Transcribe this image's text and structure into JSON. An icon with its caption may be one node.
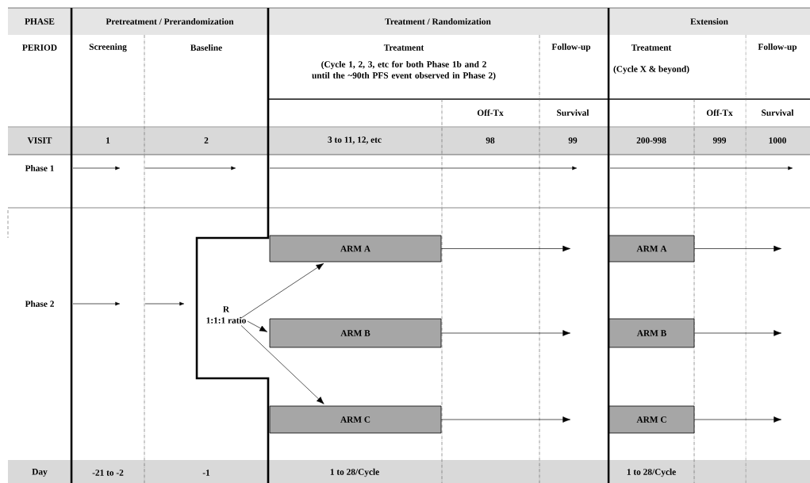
{
  "diagram": {
    "nodes": [
      {
        "text": [
          "R",
          "1:1:1 ratio"
        ]
      },
      {
        "text": [
          "ARM A"
        ]
      },
      {
        "text": [
          "ARM B"
        ]
      },
      {
        "text": [
          "ARM C"
        ]
      },
      {
        "text": [
          "ARM A"
        ]
      },
      {
        "text": [
          "ARM B"
        ]
      },
      {
        "text": [
          "ARM C"
        ]
      }
    ],
    "edges": [
      {
        "from": 0,
        "to": 1,
        "arrow": "to"
      },
      {
        "from": 0,
        "to": 2,
        "arrow": "to"
      },
      {
        "from": 0,
        "to": 3,
        "arrow": "to"
      },
      {
        "from": 1,
        "to": null,
        "arrow": "to"
      },
      {
        "from": 2,
        "to": null,
        "arrow": "to"
      },
      {
        "from": 3,
        "to": null,
        "arrow": "to"
      },
      {
        "from": 4,
        "to": null,
        "arrow": "to"
      },
      {
        "from": 5,
        "to": null,
        "arrow": "to"
      },
      {
        "from": 6,
        "to": null,
        "arrow": "to"
      }
    ],
    "labels": [
      "PHASE",
      "Pretreatment / Prerandomization",
      "Treatment / Randomization",
      "Extension",
      "PERIOD",
      "Screening",
      "Baseline",
      "Treatment",
      "(Cycle 1, 2, 3, etc for both Phase 1b and 2 until the ~90th PFS event observed in Phase 2)",
      "Follow-up",
      "Treatment",
      "(Cycle X & beyond)",
      "Follow-up",
      "Off-Tx",
      "Survival",
      "Off-Tx",
      "Survival",
      "VISIT",
      "1",
      "2",
      "3 to 11, 12, etc",
      "98",
      "99",
      "200-998",
      "999",
      "1000",
      "Phase 1",
      "Phase 2",
      "Day",
      "-21 to -2",
      "-1",
      "1 to 28/Cycle",
      "1 to 28/Cycle"
    ]
  }
}
